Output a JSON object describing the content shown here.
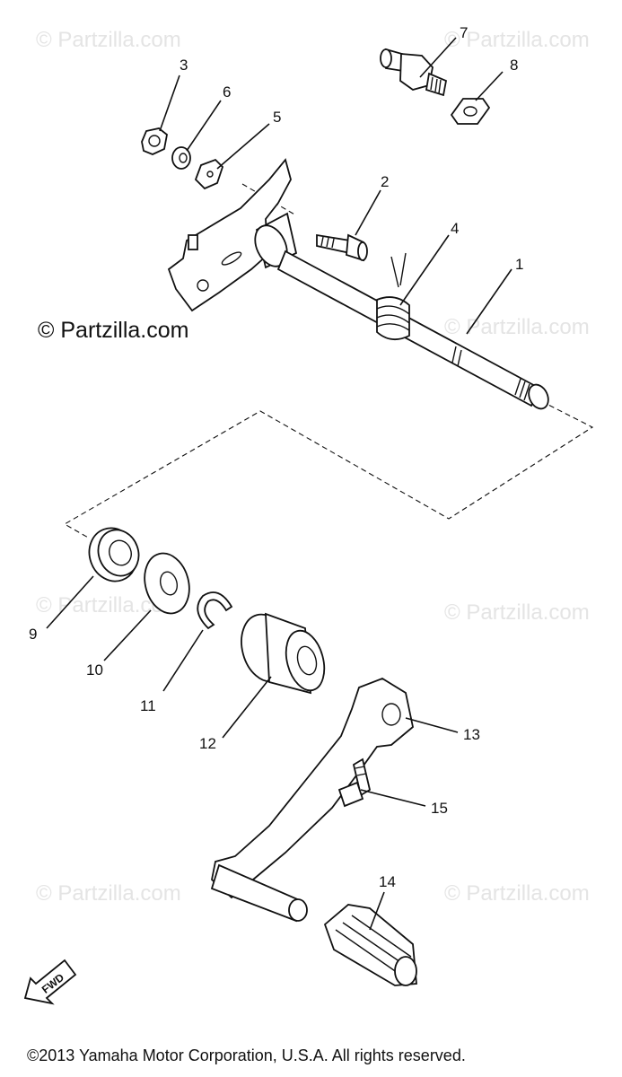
{
  "watermarks": {
    "main": "© Partzilla.com",
    "faint": "© Partzilla.com"
  },
  "labels": {
    "p1": "1",
    "p2": "2",
    "p3": "3",
    "p4": "4",
    "p5": "5",
    "p6": "6",
    "p7": "7",
    "p8": "8",
    "p9": "9",
    "p10": "10",
    "p11": "11",
    "p12": "12",
    "p13": "13",
    "p14": "14",
    "p15": "15"
  },
  "fwd_label": "FWD",
  "copyright": "©2013 Yamaha Motor Corporation, U.S.A. All rights reserved."
}
